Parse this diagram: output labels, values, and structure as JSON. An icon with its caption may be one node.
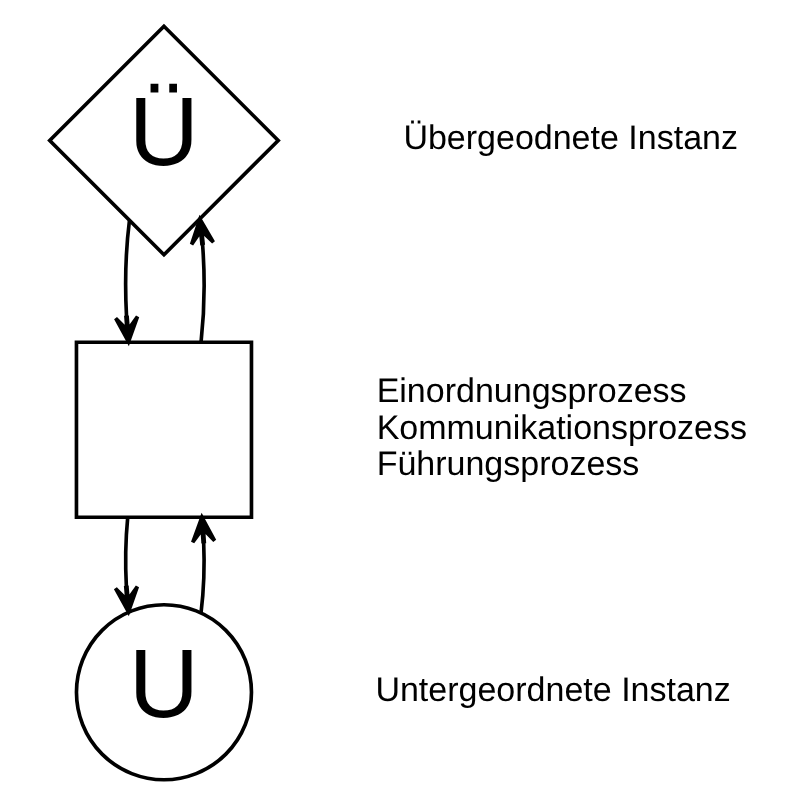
{
  "diagram": {
    "nodes": [
      {
        "text": [
          "Ü"
        ],
        "beside": [
          "Übergeodnete Instanz"
        ]
      },
      {
        "text": [],
        "shape": "box",
        "beside": [
          "Einordnungsprozess",
          "Kommunikationsprozess",
          "Führungsprozess"
        ]
      },
      {
        "text": [
          "U"
        ],
        "beside": [
          "Untergeordnete Instanz"
        ]
      }
    ],
    "edges": [
      {
        "from": 0,
        "to": 1,
        "arrow": "to"
      },
      {
        "from": 1,
        "to": 0,
        "arrow": "to"
      },
      {
        "from": 1,
        "to": 2,
        "arrow": "to"
      },
      {
        "from": 2,
        "to": 1,
        "arrow": "to"
      }
    ]
  }
}
